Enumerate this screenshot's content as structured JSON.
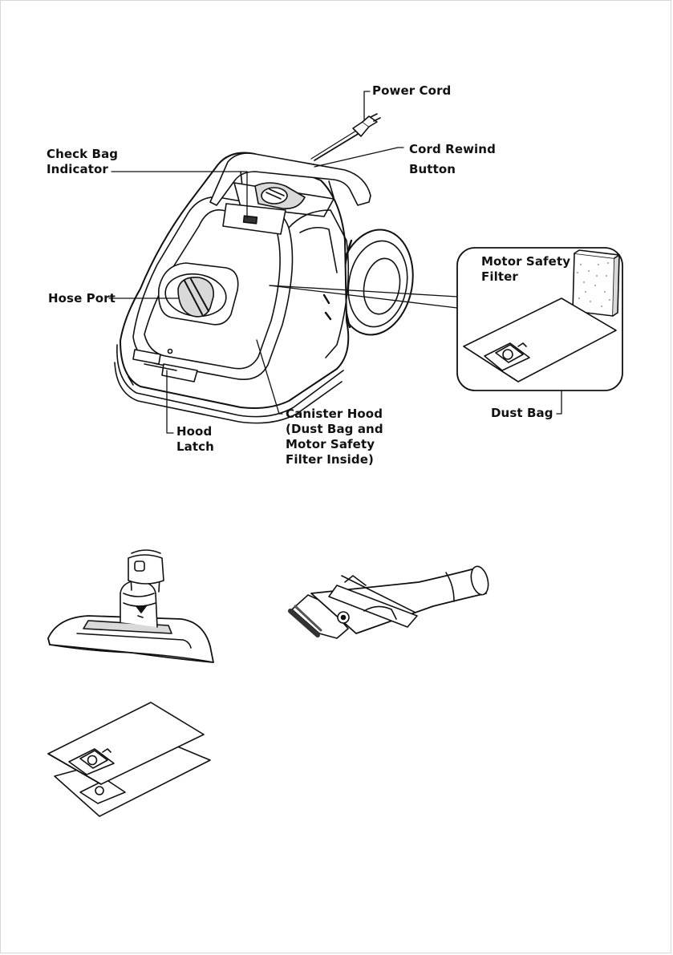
{
  "labels": {
    "power_cord": "Power Cord",
    "cord_rewind_button": "Cord Rewind\nButton",
    "check_bag_indicator": "Check Bag\nIndicator",
    "hose_port": "Hose Port",
    "motor_safety_filter": "Motor Safety\nFilter",
    "dust_bag": "Dust Bag",
    "hood_latch": "Hood\nLatch",
    "canister_hood": "Canister Hood\n(Dust Bag and\nMotor Safety\nFilter Inside)"
  },
  "colors": {
    "line": "#111111",
    "fill": "#ffffff",
    "shade": "#d9d9d9",
    "dark": "#333333"
  },
  "icons": {
    "vacuum": "canister-vacuum-illustration",
    "floor_nozzle": "floor-nozzle-illustration",
    "crevice_tool": "crevice-brush-tool-illustration",
    "dust_bags": "spare-dust-bags-illustration"
  }
}
